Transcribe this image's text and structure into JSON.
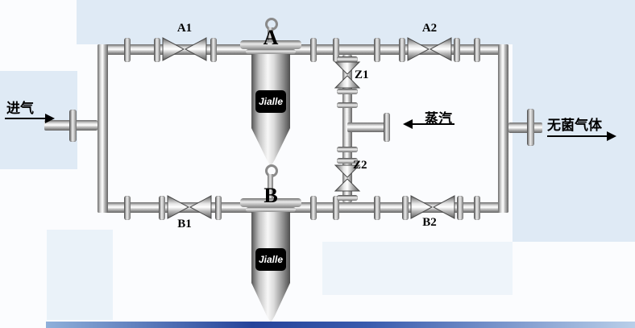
{
  "diagram": {
    "streams": {
      "inlet": "进气",
      "steam": "蒸汽",
      "outlet": "无菌气体"
    },
    "valves": {
      "a1": "A1",
      "a2": "A2",
      "b1": "B1",
      "b2": "B2",
      "z1": "Z1",
      "z2": "Z2"
    },
    "filters": {
      "a": "A",
      "b": "B",
      "brand": "Jialle"
    },
    "colors": {
      "pipe_metal_dark": "#636363",
      "pipe_metal_light": "#ffffff",
      "label_text": "#000000",
      "brand_band_bg": "#000000",
      "brand_band_text": "#ffffff",
      "background_patch": "#dfeaf5",
      "bottom_bar_dark": "#24439a",
      "bottom_bar_light": "#b9cfe9"
    }
  }
}
